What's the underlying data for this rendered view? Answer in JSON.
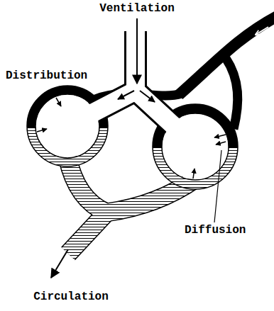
{
  "diagram": {
    "labels": [
      "Ventilation",
      "Distribution",
      "Diffusion",
      "Circulation"
    ]
  }
}
